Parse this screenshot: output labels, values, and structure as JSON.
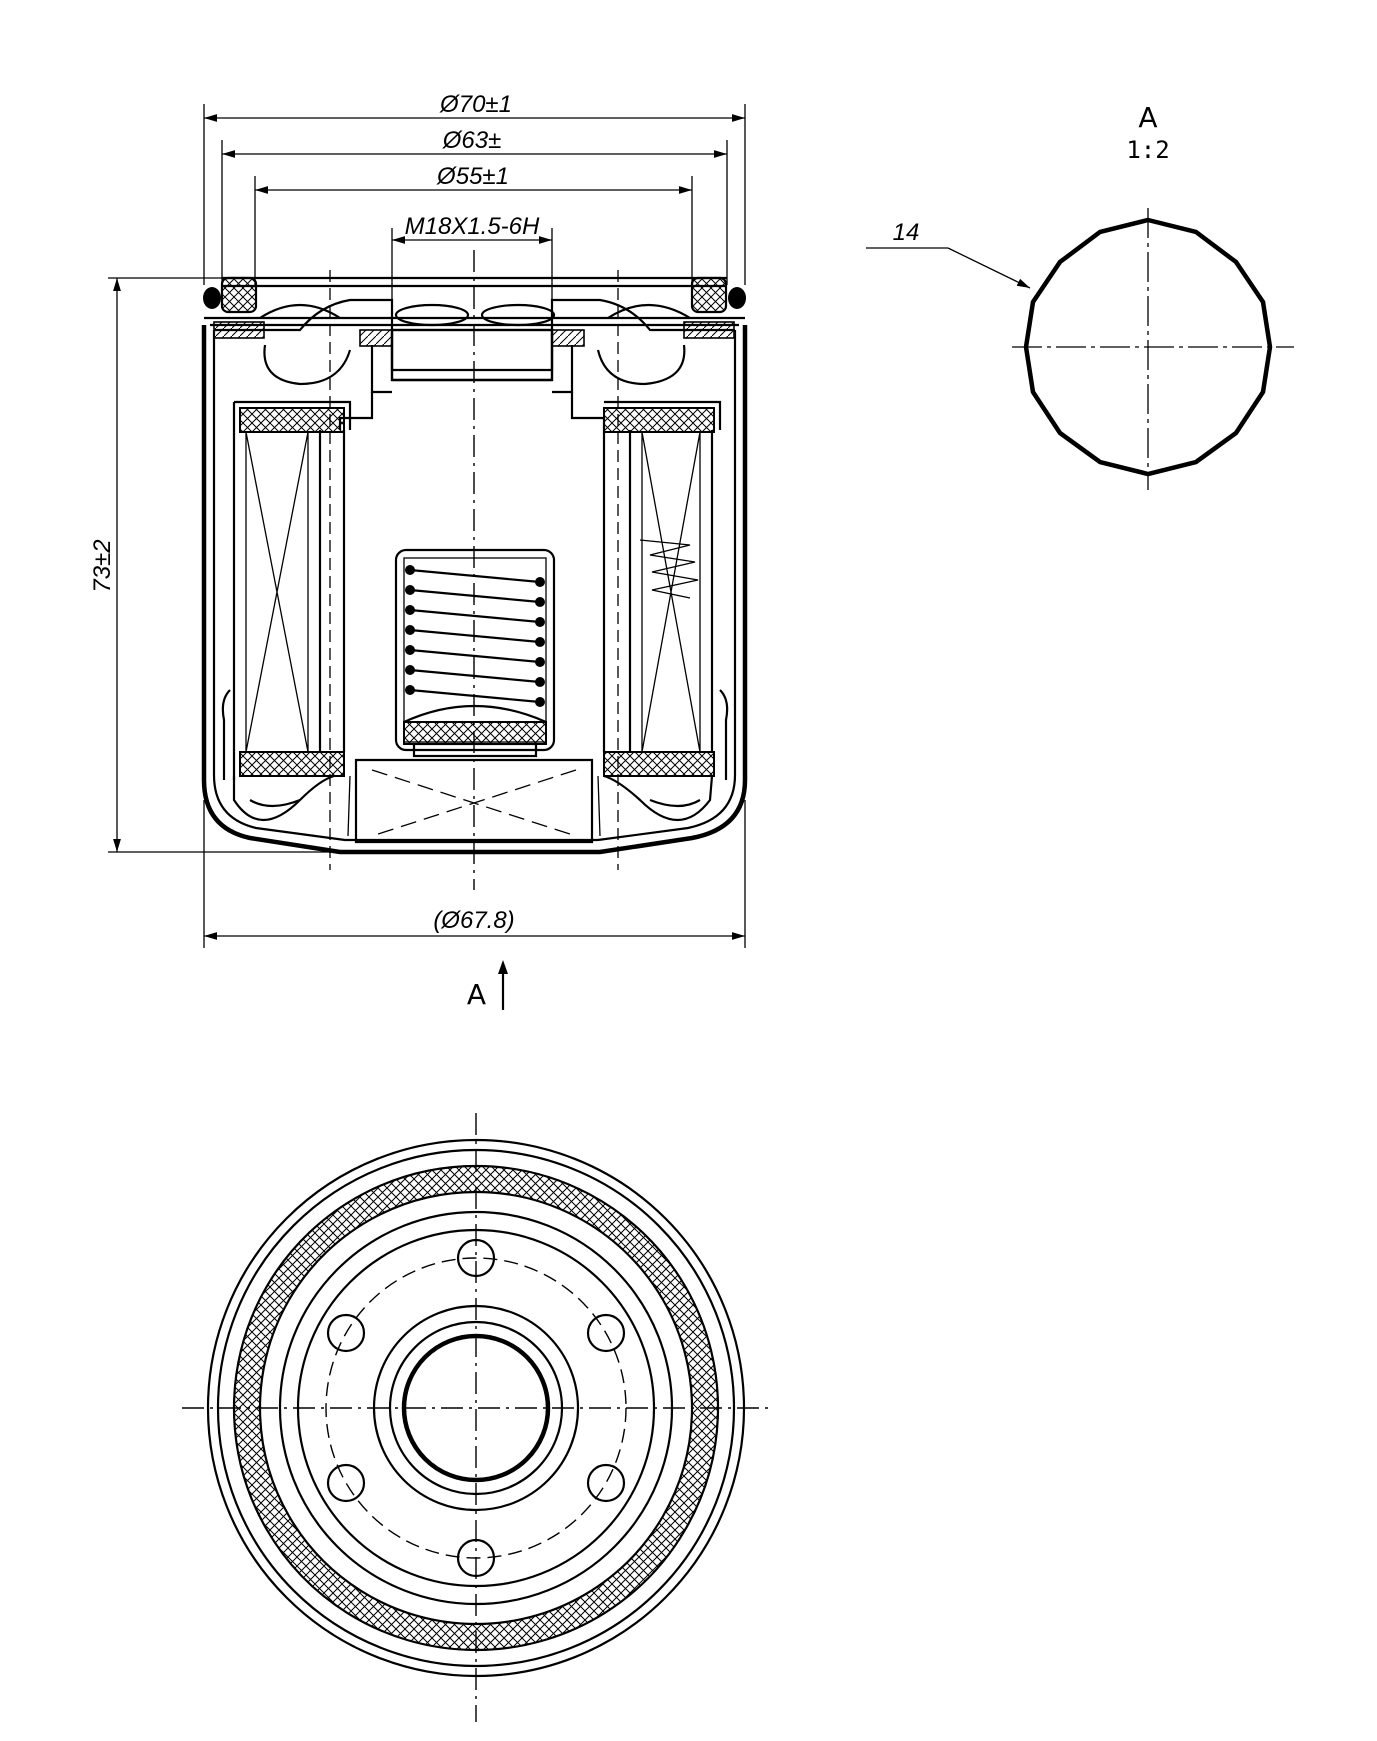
{
  "dimensions": {
    "outer_diameter": "Ø70±1",
    "gasket_diameter": "Ø63±",
    "inner_diameter": "Ø55±1",
    "thread": "M18X1.5-6H",
    "height": "73±2",
    "body_diameter": "(Ø67.8)"
  },
  "section_view": {
    "arrow_label": "A"
  },
  "detail_view": {
    "title": "A",
    "scale": "1:2",
    "callout": "14"
  },
  "colors": {
    "line": "#000000",
    "background": "#ffffff"
  }
}
